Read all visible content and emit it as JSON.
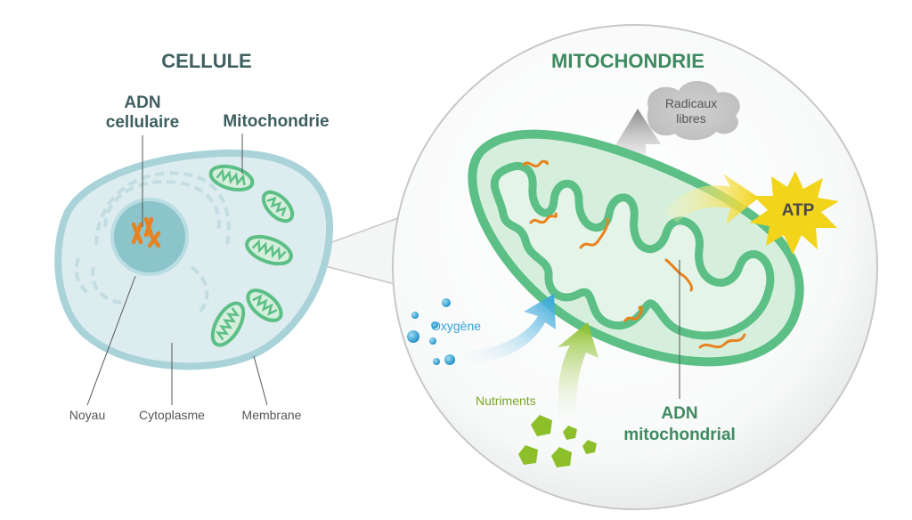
{
  "cell": {
    "title": "CELLULE",
    "labels": {
      "dna": [
        "ADN",
        "cellulaire"
      ],
      "mitochondria": "Mitochondrie",
      "nucleus": "Noyau",
      "cytoplasm": "Cytoplasme",
      "membrane": "Membrane"
    }
  },
  "mito": {
    "title": "MITOCHONDRIE",
    "labels": {
      "free_radicals": [
        "Radicaux",
        "libres"
      ],
      "atp": "ATP",
      "oxygen": "Oxygène",
      "nutrients": "Nutriments",
      "mtdna": [
        "ADN",
        "mitochondrial"
      ]
    }
  },
  "colors": {
    "title_dark": "#3f5f60",
    "title_green": "#3f8a60",
    "label_gray": "#555555",
    "cell_fill": "#dcecef",
    "cell_membrane": "#a9d3d9",
    "nucleus": "#8cc4cc",
    "dna_orange": "#e8821e",
    "mito_green": "#5cbf86",
    "mito_fill": "#d6efdc",
    "oxygen_blue": "#2fa3d8",
    "nutrient_green": "#8cbf2a",
    "atp_yellow": "#f2d41a",
    "radical_gray": "#9a9a9a"
  }
}
